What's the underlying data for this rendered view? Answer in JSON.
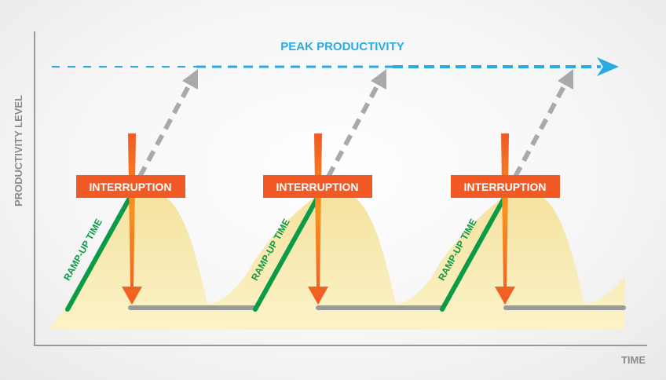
{
  "axes": {
    "y_label": "PRODUCTIVITY LEVEL",
    "x_label": "TIME"
  },
  "peak": {
    "label": "PEAK PRODUCTIVITY"
  },
  "cycles": [
    {
      "interruption_label": "INTERRUPTION",
      "rampup_label": "RAMP-UP TIME"
    },
    {
      "interruption_label": "INTERRUPTION",
      "rampup_label": "RAMP-UP TIME"
    },
    {
      "interruption_label": "INTERRUPTION",
      "rampup_label": "RAMP-UP TIME"
    }
  ],
  "colors": {
    "peak": "#29abe2",
    "interruption_box": "#f15a24",
    "interruption_arrow": "#f15a24",
    "rampup": "#0b9a46",
    "low_productivity": "#999999",
    "potential_arrow": "#a9a9a9",
    "area": "#f8ecb0",
    "axis": "#9a9a9a",
    "axis_text": "#8a8a8a"
  }
}
